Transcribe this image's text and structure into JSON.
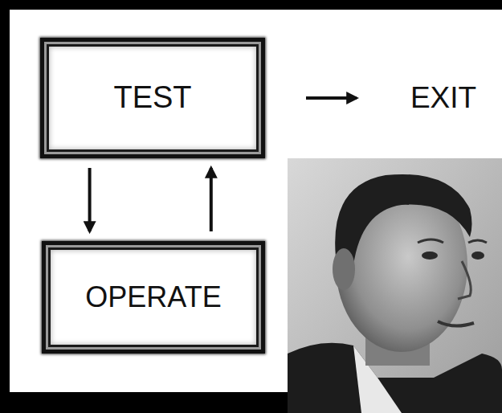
{
  "diagram": {
    "nodes": [
      {
        "text": [
          "TEST"
        ]
      },
      {
        "text": [
          "OPERATE"
        ]
      }
    ],
    "edges": [
      {
        "from": 0,
        "to": 1,
        "arrow": "to"
      },
      {
        "from": 1,
        "to": 0,
        "arrow": "to"
      }
    ],
    "labels": [
      "EXIT"
    ]
  }
}
